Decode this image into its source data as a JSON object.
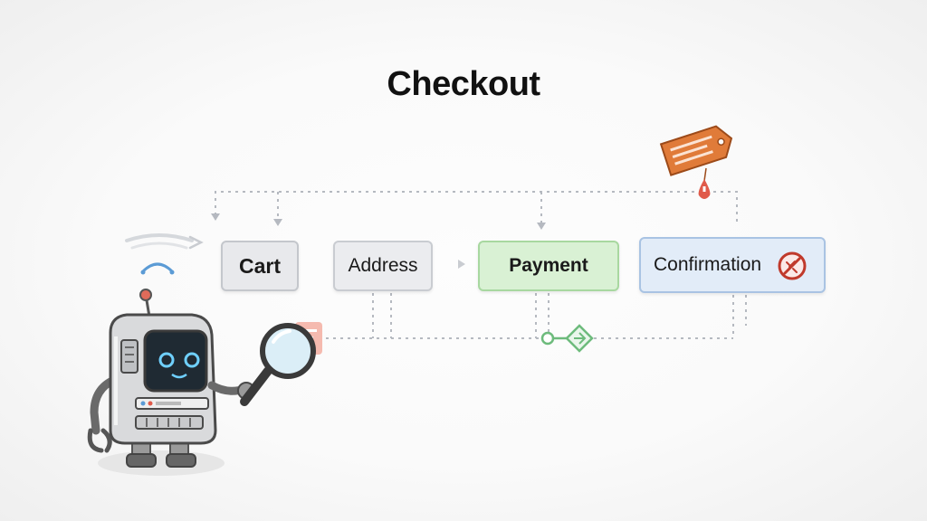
{
  "diagram": {
    "title": "Checkout",
    "steps": [
      {
        "id": "cart",
        "label": "Cart"
      },
      {
        "id": "address",
        "label": "Address"
      },
      {
        "id": "payment",
        "label": "Payment"
      },
      {
        "id": "confirmation",
        "label": "Confirmation"
      }
    ],
    "icons": {
      "mascot": "robot-with-magnifier-icon",
      "price_tag": "price-tag-icon",
      "warning": "warning-drop-icon",
      "blocked": "prohibited-icon",
      "connector": "link-connector-icon",
      "wifi": "signal-icon"
    },
    "colors": {
      "payment_fill": "#d9f1d4",
      "confirmation_fill": "#e2ecf8",
      "tag": "#e07b39",
      "alert": "#e05a4a",
      "connector": "#6dbb7c",
      "dotted_line": "#b5b9c0"
    }
  }
}
